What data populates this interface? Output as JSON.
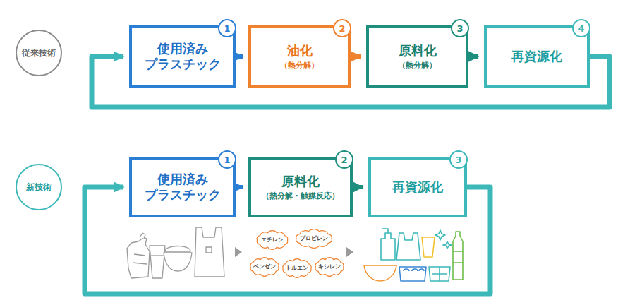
{
  "diagram": {
    "nodes": [
      {
        "text": [
          "従来技術"
        ]
      },
      {
        "text": [
          "使用済み プラスチック"
        ]
      },
      {
        "text": [
          "油化",
          "（熱分解）"
        ]
      },
      {
        "text": [
          "原料化",
          "（熱分解）"
        ]
      },
      {
        "text": [
          "再資源化"
        ]
      },
      {
        "text": [
          "新技術"
        ]
      },
      {
        "text": [
          "使用済み プラスチック"
        ]
      },
      {
        "text": [
          "原料化",
          "（熱分解・触媒反応）"
        ]
      },
      {
        "text": [
          "再資源化"
        ]
      },
      {
        "text": [
          "エチレン"
        ]
      },
      {
        "text": [
          "プロピレン"
        ]
      },
      {
        "text": [
          "ベンゼン"
        ]
      },
      {
        "text": [
          "トルエン"
        ]
      },
      {
        "text": [
          "キシレン"
        ]
      }
    ],
    "edges": [
      {
        "from": 1,
        "to": 2,
        "arrow": "to"
      },
      {
        "from": 2,
        "to": 3,
        "arrow": "to"
      },
      {
        "from": 3,
        "to": 4,
        "arrow": "to"
      },
      {
        "from": 4,
        "to": 1,
        "arrow": "to"
      },
      {
        "from": 6,
        "to": 7,
        "arrow": "to"
      },
      {
        "from": 7,
        "to": 8,
        "arrow": "to"
      },
      {
        "from": 8,
        "to": 6,
        "arrow": "to"
      }
    ],
    "labels": [
      "1",
      "2",
      "3",
      "4",
      "1",
      "2",
      "3"
    ]
  }
}
